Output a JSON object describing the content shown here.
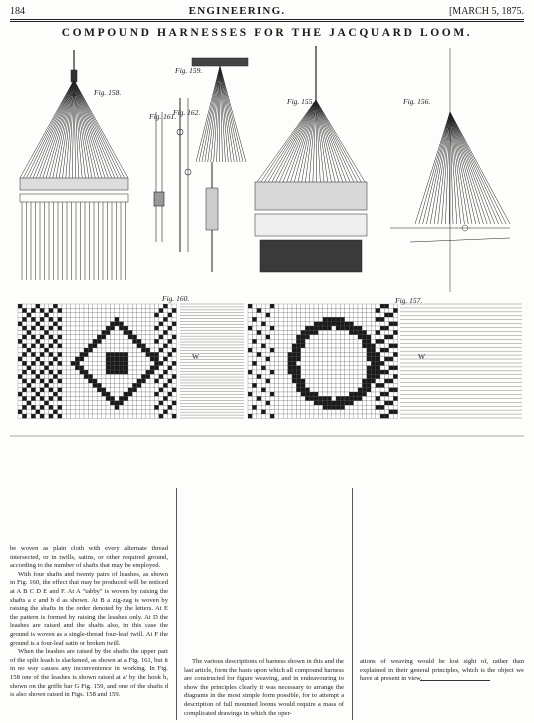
{
  "header": {
    "page_number": "184",
    "journal": "ENGINEERING.",
    "date": "[MARCH 5, 1875."
  },
  "plate": {
    "title": "COMPOUND HARNESSES FOR THE JACQUARD LOOM.",
    "figures": {
      "fig158": "Fig. 158.",
      "fig159": "Fig. 159.",
      "fig161": "Fig. 161.",
      "fig162": "Fig. 162.",
      "fig155": "Fig. 155.",
      "fig156": "Fig. 156.",
      "fig160": "Fig. 160.",
      "fig157": "Fig. 157."
    },
    "letter_W": "W"
  },
  "body": {
    "col1": [
      "be woven as plain cloth with every alternate thread intersected, or in twills, satins, or other required ground, according to the number of shafts that may be employed.",
      "With four shafts and twenty pairs of leashes, as shown in Fig. 160, the effect that may be produced will be noticed at A B C D E and F. At A \"tabby\" is woven by raising the shafts a c and b d as shown. At B a zig-zag is woven by raising the shafts in the order denoted by the letters. At E the pattern is formed by raising the leashes only. At D the leashes are raised and the shafts also, in this case the ground is woven as a single-thread four-leaf twill. At F the ground is a four-leaf satin or broken twill.",
      "When the leashes are raised by the shafts the upper part of the split leash is slackened, as shown at a Fig. 161, but it in no way causes any inconvenience in working. In Fig. 158 one of the leashes is shown raised at a' by the hook h, shown on the griffe bar G Fig. 159, and one of the shafts d is also shown raised in Figs. 158 and 159."
    ],
    "col2": [
      "The various descriptions of harness shown in this and the last article, form the basis upon which all compound harness are constructed for figure weaving, and in endeavouring to show the principles clearly it was necessary to arrange the diagrams in the most simple form possible, for to attempt a description of full mounted looms would require a mass of complicated drawings in which the oper-"
    ],
    "col3": [
      "ations of weaving would be lost sight of, rather than explained in their general principles, which is the object we have at present in view."
    ]
  }
}
